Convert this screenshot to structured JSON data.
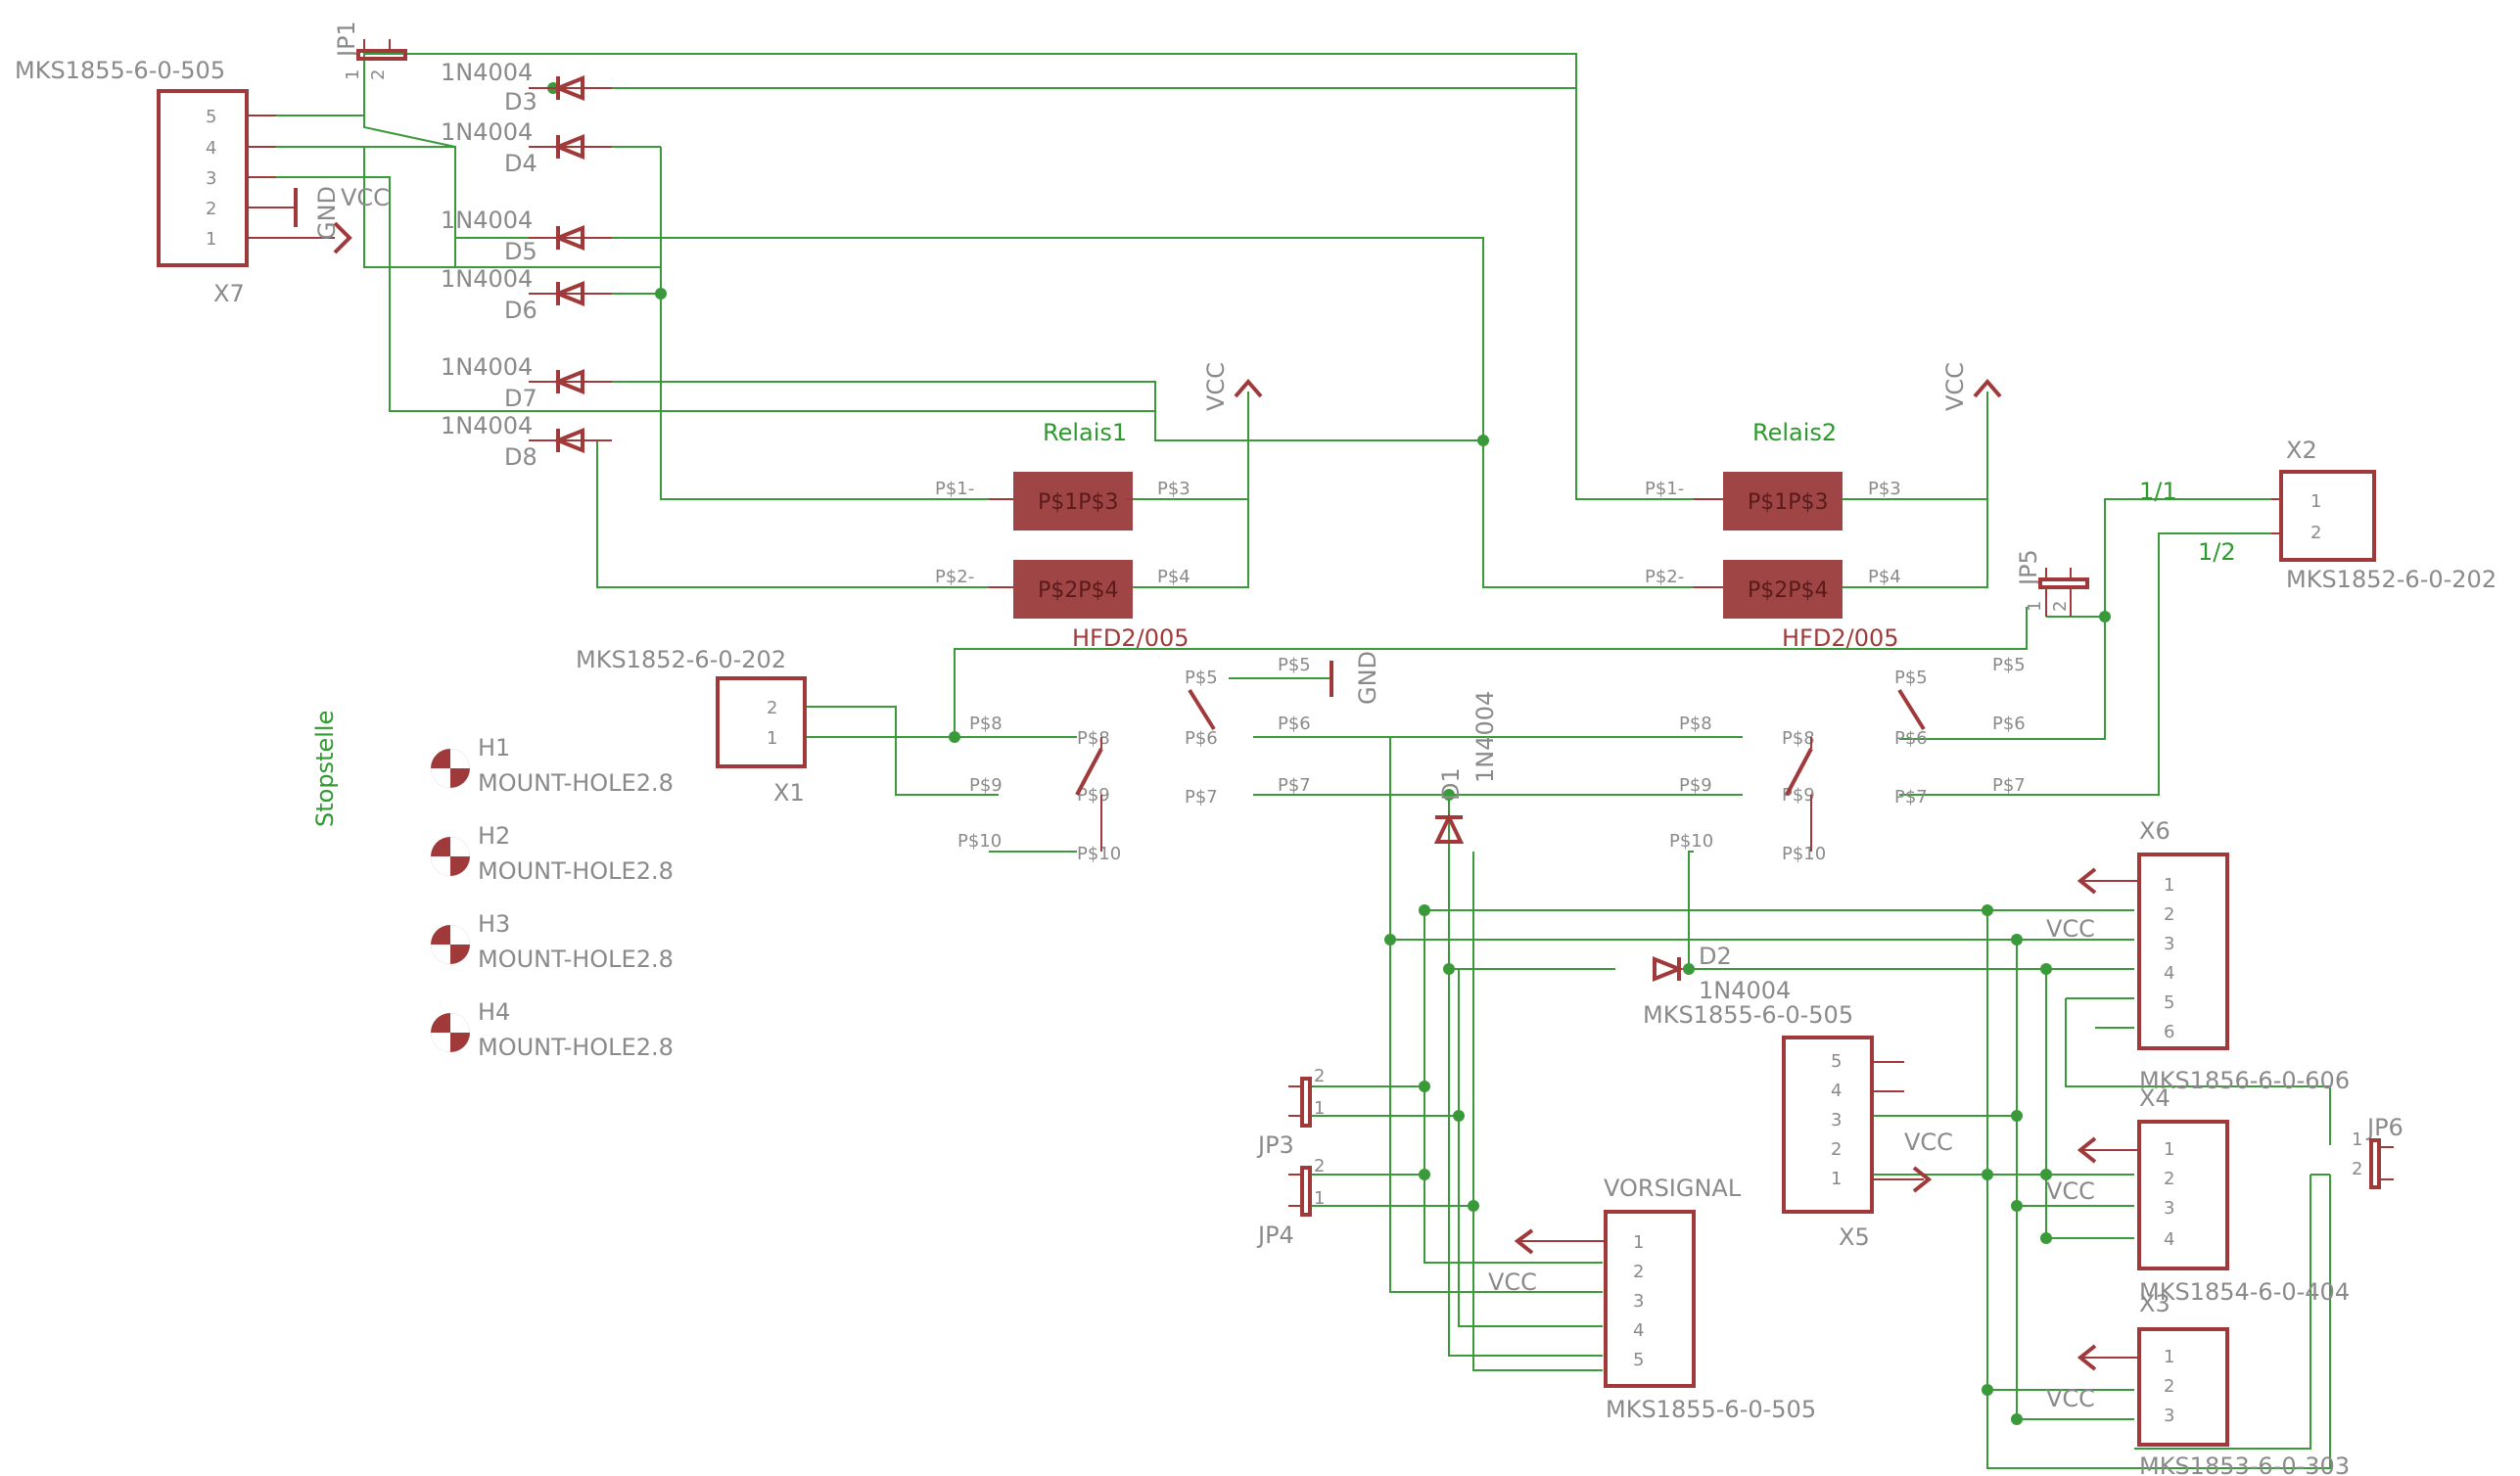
{
  "connectors": {
    "x7": {
      "name": "X7",
      "value": "MKS1855-6-0-505",
      "pins": [
        "5",
        "4",
        "3",
        "2",
        "1"
      ]
    },
    "x1": {
      "name": "X1",
      "value": "MKS1852-6-0-202",
      "pins": [
        "2",
        "1"
      ]
    },
    "x2": {
      "name": "X2",
      "value": "MKS1852-6-0-202",
      "pins": [
        "1",
        "2"
      ]
    },
    "x6": {
      "name": "X6",
      "value": "MKS1856-6-0-606",
      "pins": [
        "1",
        "2",
        "3",
        "4",
        "5",
        "6"
      ]
    },
    "x5": {
      "name": "X5",
      "value": "MKS1855-6-0-505",
      "pins": [
        "5",
        "4",
        "3",
        "2",
        "1"
      ]
    },
    "x4": {
      "name": "X4",
      "value": "MKS1854-6-0-404",
      "pins": [
        "1",
        "2",
        "3",
        "4"
      ]
    },
    "x3": {
      "name": "X3",
      "value": "MKS1853-6-0-303",
      "pins": [
        "1",
        "2",
        "3"
      ]
    },
    "vorsignal": {
      "name": "VORSIGNAL",
      "value": "MKS1855-6-0-505",
      "pins": [
        "1",
        "2",
        "3",
        "4",
        "5"
      ]
    }
  },
  "diodes": [
    {
      "name": "D3",
      "value": "1N4004"
    },
    {
      "name": "D4",
      "value": "1N4004"
    },
    {
      "name": "D5",
      "value": "1N4004"
    },
    {
      "name": "D6",
      "value": "1N4004"
    },
    {
      "name": "D7",
      "value": "1N4004"
    },
    {
      "name": "D8",
      "value": "1N4004"
    },
    {
      "name": "D1",
      "value": "1N4004"
    },
    {
      "name": "D2",
      "value": "1N4004"
    }
  ],
  "relays": [
    {
      "name": "Relais1",
      "value": "HFD2/005",
      "coil_pins": [
        "P$1-",
        "P$2-"
      ],
      "body_pins": [
        "P$3",
        "P$4"
      ],
      "body_text_a": "P$1P$3",
      "body_text_b": "P$2P$4"
    },
    {
      "name": "Relais2",
      "value": "HFD2/005",
      "coil_pins": [
        "P$1-",
        "P$2-"
      ],
      "body_pins": [
        "P$3",
        "P$4"
      ],
      "body_text_a": "P$1P$3",
      "body_text_b": "P$2P$4"
    }
  ],
  "switch_pins": {
    "pa5": "P$5",
    "pa6": "P$6",
    "pa7": "P$7",
    "pa8": "P$8",
    "pa9": "P$9",
    "pa10": "P$10",
    "pb5": "P$5",
    "pb6": "P$6",
    "pb7": "P$7",
    "pb8": "P$8",
    "pb9": "P$9",
    "pb10": "P$10"
  },
  "jumpers": [
    {
      "name": "JP1",
      "pins": [
        "1",
        "2"
      ]
    },
    {
      "name": "JP5",
      "pins": [
        "1",
        "2"
      ]
    },
    {
      "name": "JP3",
      "pins": [
        "2",
        "1"
      ]
    },
    {
      "name": "JP4",
      "pins": [
        "2",
        "1"
      ]
    },
    {
      "name": "JP6",
      "pins": [
        "1",
        "2"
      ]
    }
  ],
  "mount_holes": [
    {
      "name": "H1",
      "value": "MOUNT-HOLE2.8"
    },
    {
      "name": "H2",
      "value": "MOUNT-HOLE2.8"
    },
    {
      "name": "H3",
      "value": "MOUNT-HOLE2.8"
    },
    {
      "name": "H4",
      "value": "MOUNT-HOLE2.8"
    }
  ],
  "supplies": {
    "vcc": "VCC",
    "gnd": "GND"
  },
  "nets": {
    "stopstelle": "Stopstelle",
    "n11": "1/1",
    "n12": "1/2"
  },
  "colors": {
    "wire": "#3a9a3a",
    "part": "#a03a3a",
    "label": "#8a8a8a",
    "net_label": "#2e9a2e"
  }
}
